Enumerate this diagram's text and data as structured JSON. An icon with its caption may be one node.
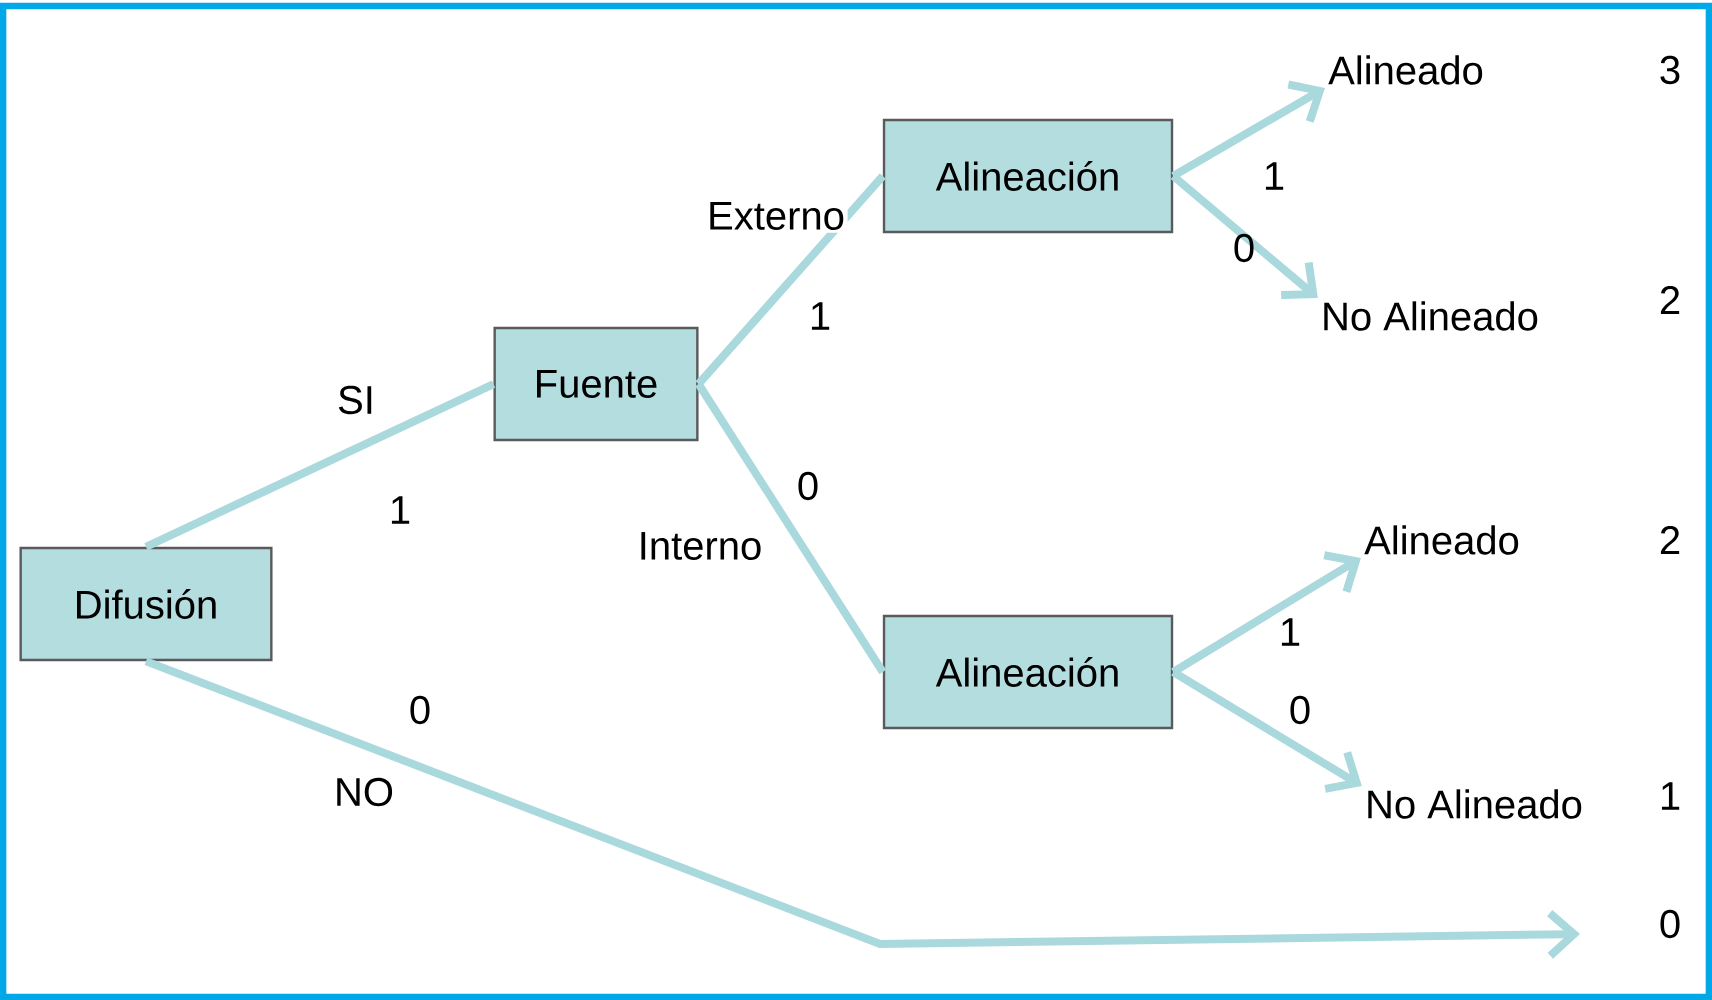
{
  "diagram": {
    "nodes": [
      {
        "text": [
          "Difusión"
        ]
      },
      {
        "text": [
          "Fuente"
        ]
      },
      {
        "text": [
          "Alineación"
        ]
      },
      {
        "text": [
          "Alineación"
        ]
      },
      {
        "text": [
          "Alineado"
        ]
      },
      {
        "text": [
          "No Alineado"
        ]
      },
      {
        "text": [
          "Alineado"
        ]
      },
      {
        "text": [
          "No Alineado"
        ]
      }
    ],
    "edges": [
      {
        "from": 0,
        "to": 1,
        "arrow": "none",
        "label": "SI"
      },
      {
        "from": 1,
        "to": 2,
        "arrow": "none",
        "label": "Externo"
      },
      {
        "from": 1,
        "to": 3,
        "arrow": "none",
        "label": "Interno"
      },
      {
        "from": 2,
        "to": 4,
        "arrow": "to"
      },
      {
        "from": 2,
        "to": 5,
        "arrow": "to"
      },
      {
        "from": 3,
        "to": 6,
        "arrow": "to"
      },
      {
        "from": 3,
        "to": 7,
        "arrow": "to"
      },
      {
        "from": 0,
        "to": null,
        "arrow": "to",
        "label": "NO"
      }
    ],
    "labels": [
      "3",
      "1",
      "2",
      "1",
      "0",
      "1",
      "0",
      "2",
      "1",
      "0",
      "0",
      "1",
      "0"
    ]
  }
}
